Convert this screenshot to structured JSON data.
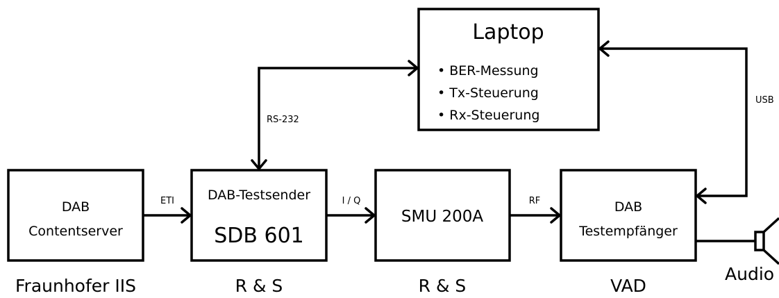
{
  "laptop": {
    "title": "Laptop",
    "items": [
      "BER-Messung",
      "Tx-Steuerung",
      "Rx-Steuerung"
    ]
  },
  "content_server": {
    "line1": "DAB",
    "line2": "Contentserver",
    "vendor": "Fraunhofer IIS"
  },
  "test_transmitter": {
    "line1": "DAB-Testsender",
    "model": "SDB 601",
    "vendor": "R & S"
  },
  "smu": {
    "model": "SMU 200A",
    "vendor": "R & S"
  },
  "test_receiver": {
    "line1": "DAB",
    "line2": "Testempfänger",
    "vendor": "VAD"
  },
  "links": {
    "eti": "ETI",
    "iq": "I / Q",
    "rf": "RF",
    "rs232": "RS-232",
    "usb": "USB"
  },
  "audio": {
    "label": "Audio"
  }
}
